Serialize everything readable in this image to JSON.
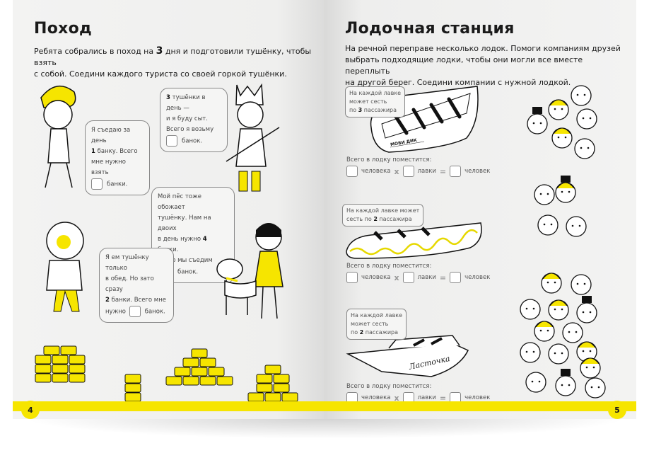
{
  "left_page": {
    "title": "Поход",
    "intro_line1_a": "Ребята собрались в поход на ",
    "intro_days": "3",
    "intro_line1_b": " дня и подготовили тушёнку, чтобы взять",
    "intro_line2": "с собой. Соедини каждого туриста со своей горкой тушёнки.",
    "bubbles": [
      {
        "l1": "Я съедаю за день",
        "num": "1",
        "l2": " банку. Всего",
        "l3": "мне нужно взять",
        "end": "банки."
      },
      {
        "num": "3",
        "l1": " тушёнки в день —",
        "l2": "и я буду сыт.",
        "l3": "Всего я возьму",
        "end": "банок."
      },
      {
        "l1": "Мой пёс тоже обожает",
        "l2": "тушёнку. Нам на двоих",
        "l3a": "в день нужно ",
        "num": "4",
        "l3b": " банки.",
        "l4": "Всего мы съедим",
        "end": "банок."
      },
      {
        "l1": "Я ем тушёнку только",
        "l2": "в обед. Но зато сразу",
        "num": "2",
        "l3": " банки. Всего мне",
        "l4": "нужно",
        "end": "банок."
      }
    ],
    "page_number": "4"
  },
  "right_page": {
    "title": "Лодочная станция",
    "intro_lines": [
      "На речной переправе несколько лодок. Помоги компаниям друзей",
      "выбрать подходящие лодки, чтобы они могли все вместе переплыть",
      "на другой берег. Соедини компании с нужной лодкой."
    ],
    "boats": [
      {
        "sign_a": "На каждой лавке",
        "sign_b": "может сесть",
        "sign_c": "по ",
        "seats": "3",
        "sign_d": " пассажира",
        "name": "МОБИ ДИК"
      },
      {
        "sign_a": "На каждой лавке может",
        "sign_b": "сесть по ",
        "seats": "2",
        "sign_d": " пассажира"
      },
      {
        "sign_a": "На каждой лавке",
        "sign_b": "может сесть",
        "sign_c": "по ",
        "seats": "2",
        "sign_d": " пассажира",
        "name": "Ласточка"
      }
    ],
    "total_label": "Всего в лодку поместится:",
    "formula": {
      "persons": "человека",
      "times": "x",
      "benches": "лавки",
      "equals": "=",
      "result": "человек"
    },
    "page_number": "5"
  },
  "colors": {
    "accent": "#f6e500",
    "page": "#f1f1f0",
    "line": "#888888"
  }
}
